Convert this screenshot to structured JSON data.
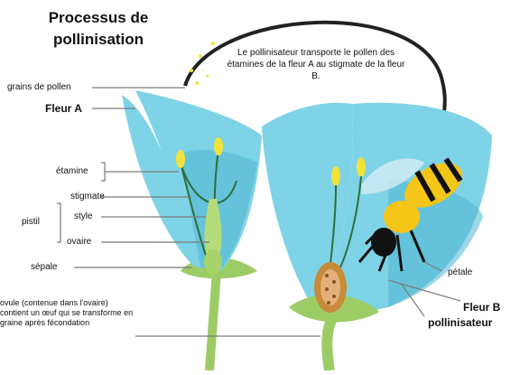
{
  "title": "Processus de pollinisation",
  "note": "Le pollinisateur transporte le pollen des étamines de la fleur A au stigmate de la fleur B.",
  "labels": {
    "grains": "grains de pollen",
    "fleur_a": "Fleur A",
    "etamine": "étamine",
    "pistil": "pistil",
    "stigmate": "stigmate",
    "style": "style",
    "ovaire": "ovaire",
    "sepale": "sépale",
    "ovule": "ovule (contenue dans l'ovaire) contient un œuf qui se transforme en graine après fécondation",
    "petale": "pétale",
    "fleur_b": "Fleur B",
    "pollinisateur": "pollinisateur"
  },
  "colors": {
    "petal": "#7fd3e6",
    "petal_dark": "#4fb7cf",
    "stem": "#9ccc65",
    "stamen": "#f3e23a",
    "bee_body": "#f5c518",
    "ovary": "#c98a3a"
  }
}
